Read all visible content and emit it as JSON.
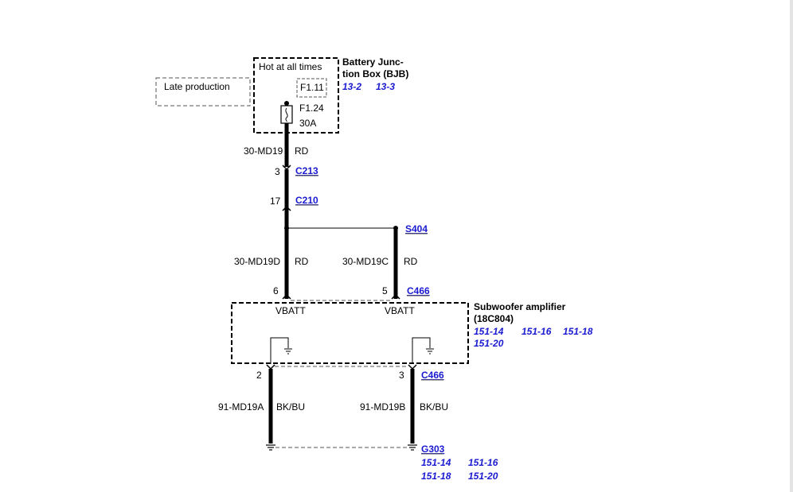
{
  "bjb": {
    "hot_label": "Hot at all times",
    "title_line1": "Battery Junc-",
    "title_line2": "tion Box (BJB)",
    "refs": [
      "13-2",
      "13-3"
    ],
    "fuse_a": "F1.11",
    "fuse_b": "F1.24",
    "fuse_b_rating": "30A"
  },
  "late_production": "Late production",
  "wires": {
    "w1_circuit": "30-MD19",
    "w1_color": "RD",
    "w2_circuit": "30-MD19D",
    "w2_color": "RD",
    "w3_circuit": "30-MD19C",
    "w3_color": "RD",
    "w4_circuit": "91-MD19A",
    "w4_color": "BK/BU",
    "w5_circuit": "91-MD19B",
    "w5_color": "BK/BU"
  },
  "connectors": {
    "c213": "C213",
    "c213_pin": "3",
    "c210": "C210",
    "c210_pin": "17",
    "s404": "S404",
    "c466_top": "C466",
    "c466_pin_left": "6",
    "c466_pin_right": "5",
    "c466_bottom": "C466",
    "c466_bpin_left": "2",
    "c466_bpin_right": "3",
    "g303": "G303"
  },
  "amplifier": {
    "title_line1": "Subwoofer amplifier",
    "title_line2": "(18C804)",
    "refs_line1": [
      "151-14",
      "151-16",
      "151-18"
    ],
    "refs_line2": [
      "151-20"
    ],
    "vbatt_left": "VBATT",
    "vbatt_right": "VBATT"
  },
  "ground_refs": {
    "line1": [
      "151-14",
      "151-16"
    ],
    "line2": [
      "151-18",
      "151-20"
    ]
  },
  "colors": {
    "wire": "#000000",
    "link": "#1a1ad0",
    "dash": "#555555"
  }
}
